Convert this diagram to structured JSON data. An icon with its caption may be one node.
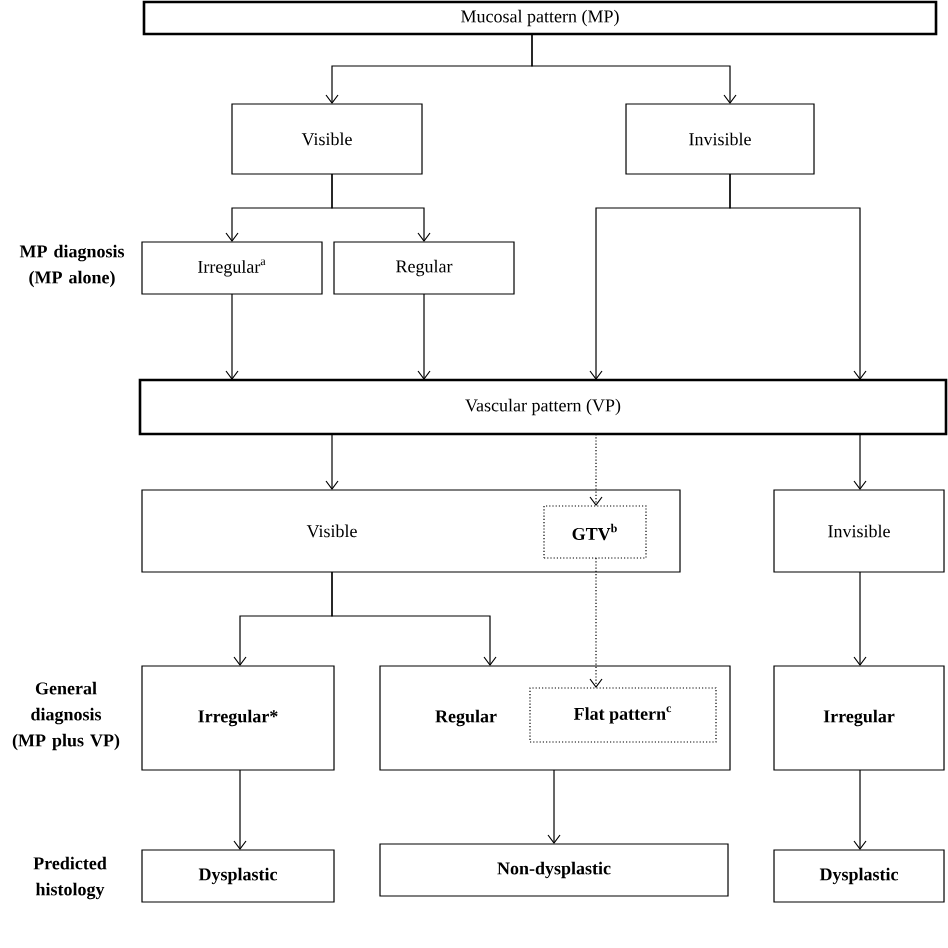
{
  "diagram": {
    "nodes": [
      {
        "text": [
          "Mucosal pattern (MP)"
        ]
      },
      {
        "text": [
          "Visible"
        ]
      },
      {
        "text": [
          "Invisible"
        ]
      },
      {
        "text": [
          "Irregular$^{a}$"
        ]
      },
      {
        "text": [
          "Regular"
        ]
      },
      {
        "text": [
          "Vascular pattern (VP)"
        ]
      },
      {
        "text": [
          "Visible"
        ]
      },
      {
        "text": [
          "GTV$^{b}$"
        ],
        "in": 6
      },
      {
        "text": [
          "Invisible"
        ]
      },
      {
        "text": [
          "Irregular*"
        ]
      },
      {
        "text": [
          "Regular"
        ]
      },
      {
        "text": [
          "Flat pattern$^{c}$"
        ],
        "in": 10
      },
      {
        "text": [
          "Irregular"
        ]
      },
      {
        "text": [
          "Dysplastic"
        ]
      },
      {
        "text": [
          "Non-dysplastic"
        ]
      },
      {
        "text": [
          "Dysplastic"
        ]
      }
    ],
    "edges": [
      {
        "from": 0,
        "to": 1,
        "arrow": "to"
      },
      {
        "from": 0,
        "to": 2,
        "arrow": "to"
      },
      {
        "from": 1,
        "to": 3,
        "arrow": "to"
      },
      {
        "from": 1,
        "to": 4,
        "arrow": "to"
      },
      {
        "from": 3,
        "to": 5,
        "arrow": "to"
      },
      {
        "from": 4,
        "to": 5,
        "arrow": "to"
      },
      {
        "from": 2,
        "to": 5,
        "arrow": "to"
      },
      {
        "from": 2,
        "to": 5,
        "arrow": "to"
      },
      {
        "from": 5,
        "to": 6,
        "arrow": "to"
      },
      {
        "from": 5,
        "to": 7,
        "arrow": "to",
        "style": "dashed"
      },
      {
        "from": 5,
        "to": 8,
        "arrow": "to"
      },
      {
        "from": 6,
        "to": 9,
        "arrow": "to"
      },
      {
        "from": 6,
        "to": 10,
        "arrow": "to"
      },
      {
        "from": 7,
        "to": 11,
        "arrow": "to",
        "style": "dashed"
      },
      {
        "from": 8,
        "to": 12,
        "arrow": "to"
      },
      {
        "from": 9,
        "to": 13,
        "arrow": "to"
      },
      {
        "from": 10,
        "to": 14,
        "arrow": "to"
      },
      {
        "from": 12,
        "to": 15,
        "arrow": "to"
      }
    ],
    "labels": [
      "MP diagnosis (MP alone)",
      "General diagnosis (MP plus VP)",
      "Predicted histology"
    ]
  }
}
